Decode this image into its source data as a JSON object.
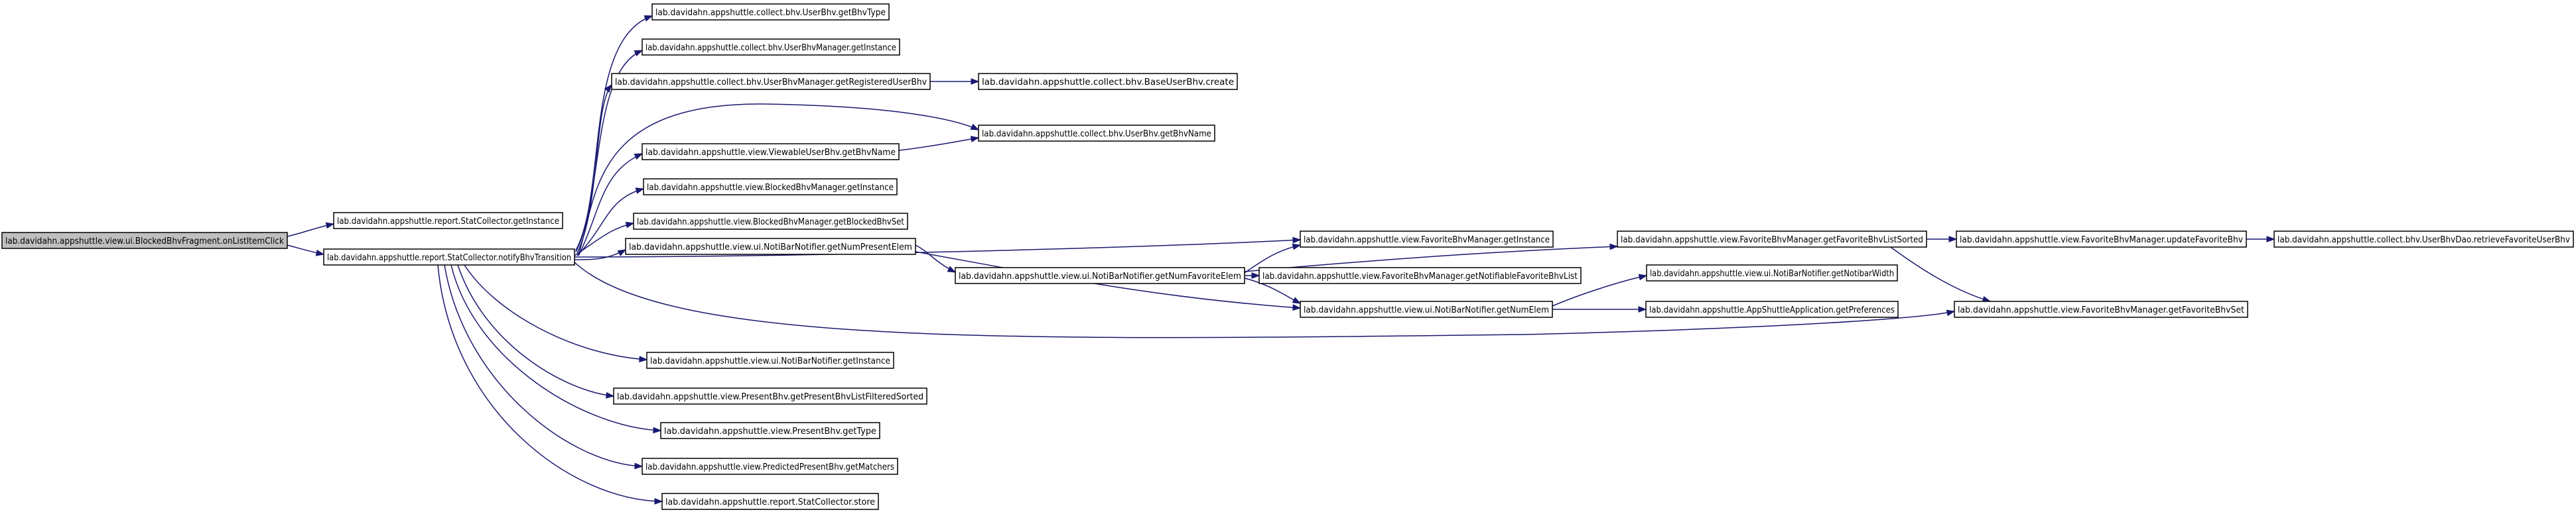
{
  "graph": {
    "root_fill": "#bfbfbf",
    "node_fill": "#ffffff",
    "edge_color": "#191970",
    "nodes": {
      "root": "lab.davidahn.appshuttle.view.ui.BlockedBhvFragment.onListItemClick",
      "statGetInstance": "lab.davidahn.appshuttle.report.StatCollector.getInstance",
      "notifyBhvTransition": "lab.davidahn.appshuttle.report.StatCollector.notifyBhvTransition",
      "userBhvGetBhvType": "lab.davidahn.appshuttle.collect.bhv.UserBhv.getBhvType",
      "userBhvManagerGetInstance": "lab.davidahn.appshuttle.collect.bhv.UserBhvManager.getInstance",
      "getRegisteredUserBhv": "lab.davidahn.appshuttle.collect.bhv.UserBhvManager.getRegisteredUserBhv",
      "baseUserBhvCreate": "lab.davidahn.appshuttle.collect.bhv.BaseUserBhv.create",
      "userBhvGetBhvName": "lab.davidahn.appshuttle.collect.bhv.UserBhv.getBhvName",
      "viewableGetBhvName": "lab.davidahn.appshuttle.view.ViewableUserBhv.getBhvName",
      "blockedManagerGetInstance": "lab.davidahn.appshuttle.view.BlockedBhvManager.getInstance",
      "getBlockedBhvSet": "lab.davidahn.appshuttle.view.BlockedBhvManager.getBlockedBhvSet",
      "favoriteManagerGetInstance": "lab.davidahn.appshuttle.view.FavoriteBhvManager.getInstance",
      "getFavoriteBhvListSorted": "lab.davidahn.appshuttle.view.FavoriteBhvManager.getFavoriteBhvListSorted",
      "updateFavoriteBhv": "lab.davidahn.appshuttle.view.FavoriteBhvManager.updateFavoriteBhv",
      "retrieveFavoriteUserBhv": "lab.davidahn.appshuttle.collect.bhv.UserBhvDao.retrieveFavoriteUserBhv",
      "getNumPresentElem": "lab.davidahn.appshuttle.view.ui.NotiBarNotifier.getNumPresentElem",
      "getNumFavoriteElem": "lab.davidahn.appshuttle.view.ui.NotiBarNotifier.getNumFavoriteElem",
      "getNotifiableFavoriteBhvList": "lab.davidahn.appshuttle.view.FavoriteBhvManager.getNotifiableFavoriteBhvList",
      "getNotibarWidth": "lab.davidahn.appshuttle.view.ui.NotiBarNotifier.getNotibarWidth",
      "getNumElem": "lab.davidahn.appshuttle.view.ui.NotiBarNotifier.getNumElem",
      "getPreferences": "lab.davidahn.appshuttle.AppShuttleApplication.getPreferences",
      "getFavoriteBhvSet": "lab.davidahn.appshuttle.view.FavoriteBhvManager.getFavoriteBhvSet",
      "notiBarGetInstance": "lab.davidahn.appshuttle.view.ui.NotiBarNotifier.getInstance",
      "getPresentBhvListFilteredSorted": "lab.davidahn.appshuttle.view.PresentBhv.getPresentBhvListFilteredSorted",
      "presentBhvGetType": "lab.davidahn.appshuttle.view.PresentBhv.getType",
      "getMatchers": "lab.davidahn.appshuttle.view.PredictedPresentBhv.getMatchers",
      "statStore": "lab.davidahn.appshuttle.report.StatCollector.store"
    }
  }
}
